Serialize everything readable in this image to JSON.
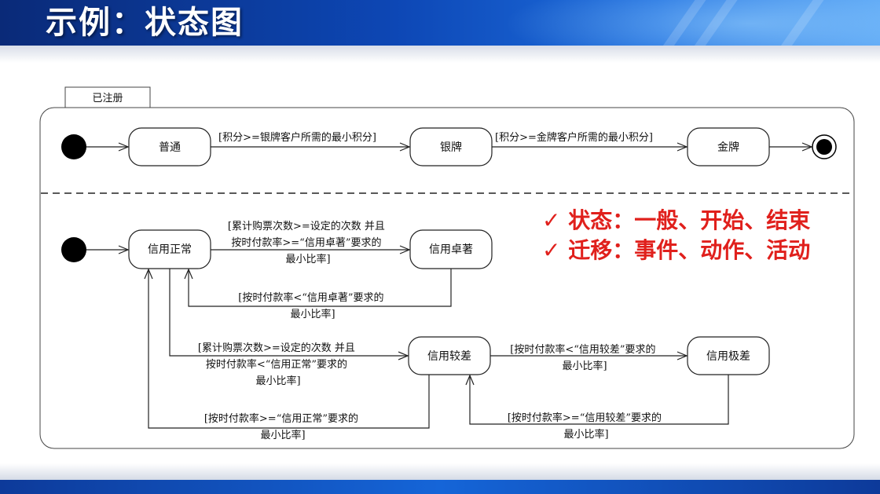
{
  "title": "示例：状态图",
  "diagram": {
    "composite_label": "已注册",
    "states": {
      "normal": "普通",
      "silver": "银牌",
      "gold": "金牌",
      "credit_normal": "信用正常",
      "credit_excellent": "信用卓著",
      "credit_poor": "信用较差",
      "credit_very_poor": "信用极差"
    },
    "transitions": {
      "normal_to_silver": "[积分>=银牌客户所需的最小积分]",
      "silver_to_gold": "[积分>=金牌客户所需的最小积分]",
      "normal_to_excellent": [
        "[累计购票次数>=设定的次数 并且",
        "按时付款率>=“信用卓著”要求的",
        "最小比率]"
      ],
      "excellent_to_normal": [
        "[按时付款率<“信用卓著”要求的",
        "最小比率]"
      ],
      "normal_to_poor": [
        "[累计购票次数>=设定的次数 并且",
        "按时付款率<“信用正常”要求的",
        "最小比率]"
      ],
      "poor_to_normal": [
        "[按时付款率>=“信用正常”要求的",
        "最小比率]"
      ],
      "poor_to_verypoor": [
        "[按时付款率<“信用较差”要求的",
        "最小比率]"
      ],
      "verypoor_to_poor": [
        "[按时付款率>=“信用较差”要求的",
        "最小比率]"
      ]
    }
  },
  "notes": [
    "✓ 状态：一般、开始、结束",
    "✓ 迁移：事件、动作、活动"
  ]
}
